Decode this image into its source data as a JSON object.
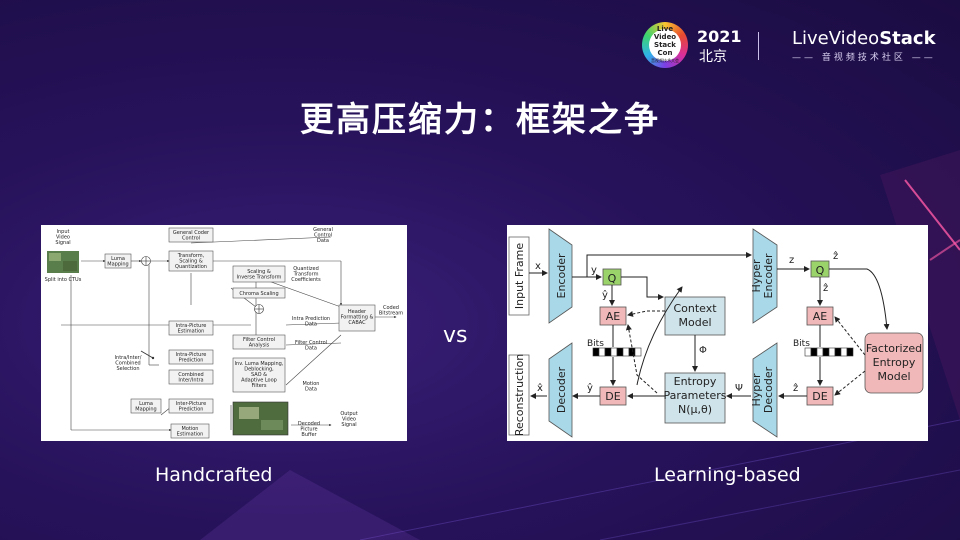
{
  "header": {
    "logo_text_line1": "Live Video",
    "logo_text_line2": "Stack Con",
    "logo_text_line3": "音视频技术大会",
    "year": "2021",
    "city": "北京",
    "brand_prefix": "LiveVideo",
    "brand_suffix": "Stack",
    "brand_sub": "—— 音视频技术社区 ——"
  },
  "title": "更高压缩力：框架之争",
  "vs": "vs",
  "left": {
    "caption": "Handcrafted",
    "labels": {
      "input": [
        "Input",
        "Video",
        "Signal"
      ],
      "split": "Split into CTUs",
      "luma_map1": [
        "Luma",
        "Mapping"
      ],
      "gcc": [
        "General Coder",
        "Control"
      ],
      "tsq": [
        "Transform,",
        "Scaling &",
        "Quantization"
      ],
      "sit": [
        "Scaling &",
        "Inverse Transform"
      ],
      "chroma": "Chroma Scaling",
      "qtc": [
        "Quantized",
        "Transform",
        "Coefficients"
      ],
      "gcd": [
        "General",
        "Control",
        "Data"
      ],
      "ipe": [
        "Intra-Picture",
        "Estimation"
      ],
      "ipp": [
        "Intra-Picture",
        "Prediction"
      ],
      "cii": [
        "Combined",
        "Inter/Intra"
      ],
      "interp": [
        "Inter-Picture",
        "Prediction"
      ],
      "me": [
        "Motion",
        "Estimation"
      ],
      "luma_map2": [
        "Luma",
        "Mapping"
      ],
      "sel": [
        "Intra/Inter/",
        "Combined",
        "Selection"
      ],
      "fca": [
        "Filter Control",
        "Analysis"
      ],
      "ilf": [
        "Inv. Luma Mapping,",
        "Deblocking,",
        "SAO &",
        "Adaptive Loop",
        "Filters"
      ],
      "ipd": [
        "Intra Prediction",
        "Data"
      ],
      "fcd": [
        "Filter Control",
        "Data"
      ],
      "md": [
        "Motion",
        "Data"
      ],
      "hdr": [
        "Header",
        "Formatting &",
        "CABAC"
      ],
      "cb": [
        "Coded",
        "Bitstream"
      ],
      "ovs": [
        "Output",
        "Video",
        "Signal"
      ],
      "dpb": [
        "Decoded",
        "Picture",
        "Buffer"
      ]
    }
  },
  "right": {
    "caption": "Learning-based",
    "labels": {
      "input_frame": "Input Frame",
      "reconstruction": "Reconstruction",
      "encoder": "Encoder",
      "decoder": "Decoder",
      "hyper_encoder": [
        "Hyper",
        "Encoder"
      ],
      "hyper_decoder": [
        "Hyper",
        "Decoder"
      ],
      "q": "Q",
      "ae": "AE",
      "de": "DE",
      "context_model": [
        "Context",
        "Model"
      ],
      "entropy_params": [
        "Entropy",
        "Parameters",
        "N(μ,θ)"
      ],
      "factorized": [
        "Factorized",
        "Entropy",
        "Model"
      ],
      "x": "x",
      "x_hat": "x̂",
      "y": "y",
      "y_hat": "ŷ",
      "z": "z",
      "z_hat": "ẑ",
      "bits": "Bits",
      "phi": "Φ",
      "psi": "Ψ"
    }
  },
  "colors": {
    "trapezoid": "#a9d8e8",
    "q_box": "#9bd36b",
    "pink_box": "#f0b8b8",
    "context_box": "#cfe3ea"
  }
}
